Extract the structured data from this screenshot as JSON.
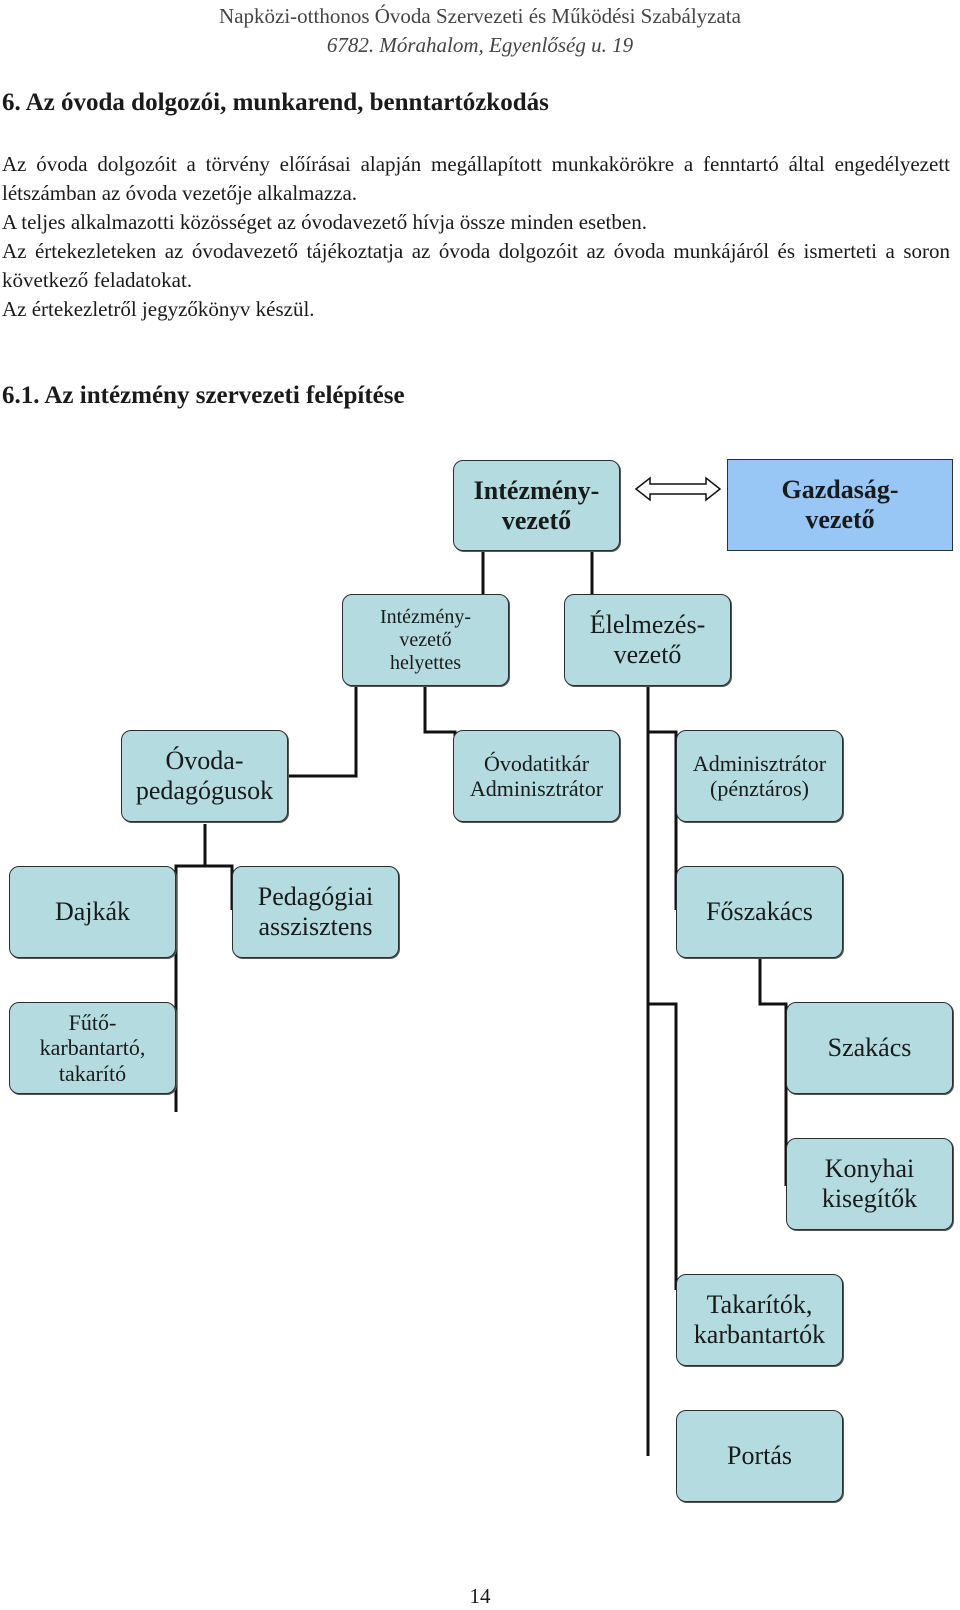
{
  "header": {
    "title": "Napközi-otthonos Óvoda Szervezeti és Működési Szabályzata",
    "address": "6782. Mórahalom, Egyenlőség u. 19"
  },
  "section": {
    "heading": "6. Az óvoda dolgozói, munkarend, benntartózkodás",
    "paragraphs": [
      "Az óvoda dolgozóit a törvény előírásai alapján megállapított munkakörökre a fenntartó által engedélyezett létszámban az óvoda vezetője alkalmazza.",
      "A teljes alkalmazotti közösséget az óvodavezető hívja össze minden esetben.",
      "Az értekezleteken az óvodavezető tájékoztatja az óvoda dolgozóit az óvoda munkájáról és ismerteti a soron következő feladatokat.",
      "Az értekezletről jegyzőkönyv készül."
    ]
  },
  "subsection": {
    "heading": "6.1. Az intézmény szervezeti felépítése"
  },
  "org_chart": {
    "nodes": {
      "intezmenyvezeto": [
        "Intézmény-",
        "vezető"
      ],
      "gazdasagvezeto": [
        "Gazdaság-",
        "vezető"
      ],
      "helyettes": [
        "Intézmény-",
        "vezető",
        "helyettes"
      ],
      "elelmezes": [
        "Élelmezés-",
        "vezető"
      ],
      "ovodapedagogusok": [
        "Óvoda-",
        "pedagógusok"
      ],
      "ovodatitkar": [
        "Óvodatitkár",
        "Adminisztrátor"
      ],
      "adminisztrator": [
        "Adminisztrátor",
        "(pénztáros)"
      ],
      "dajkak": [
        "Dajkák"
      ],
      "pedasszisztens": [
        "Pedagógiai",
        "asszisztens"
      ],
      "foszakacs": [
        "Főszakács"
      ],
      "futo": [
        "Fűtő-",
        "karbantartó,",
        "takarító"
      ],
      "szakacs": [
        "Szakács"
      ],
      "konyhai": [
        "Konyhai",
        "kisegítők"
      ],
      "takaritok": [
        "Takarítók,",
        "karbantartók"
      ],
      "portas": [
        "Portás"
      ]
    }
  },
  "footer": {
    "page_number": "14"
  },
  "colors": {
    "box_fill": "#b4dce0",
    "gazdasag_fill": "#99c7f5"
  }
}
